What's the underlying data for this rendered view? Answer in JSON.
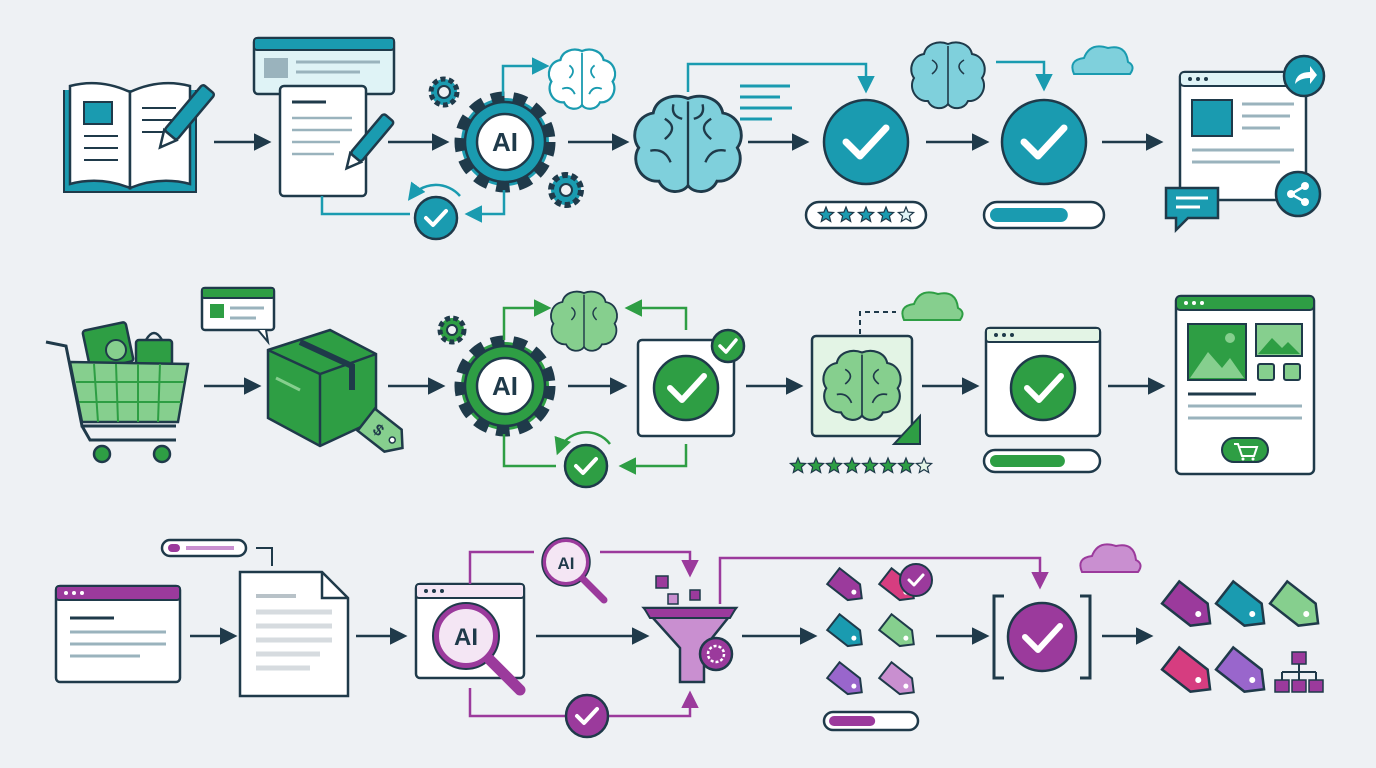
{
  "colors": {
    "background": "#eef1f4",
    "ink": "#1f3a4a",
    "teal": "#1a9bb0",
    "teal_light": "#7fd0dc",
    "teal_pale": "#dff3f6",
    "green": "#2e9e44",
    "green_light": "#86cf8e",
    "green_pale": "#e3f4e5",
    "purple": "#9b3a9c",
    "purple_light": "#c98fd0",
    "purple_pale": "#f4e6f4",
    "magenta": "#d63d80"
  },
  "labels": {
    "row1_ai_gear": "AI",
    "row2_ai_gear": "AI",
    "row3_ai_lens": "AI",
    "row3_ai_small_lens": "AI",
    "row2_price_tag": "$"
  },
  "icons": {
    "row1": [
      "book-pencil-icon",
      "document-pencil-icon",
      "ai-gear-icon",
      "brain-icon",
      "check-rating-icon",
      "check-progress-icon",
      "publish-share-icon"
    ],
    "row2": [
      "shopping-cart-icon",
      "package-tag-icon",
      "ai-gear-icon",
      "check-window-icon",
      "brain-window-icon",
      "check-progress-window-icon",
      "product-page-icon"
    ],
    "row3": [
      "web-page-icon",
      "document-icon",
      "ai-search-icon",
      "filter-funnel-icon",
      "tag-grid-icon",
      "check-bracket-icon",
      "organized-tags-icon"
    ]
  },
  "ratings": {
    "row1_stars_filled": 4,
    "row1_stars_total": 5,
    "row2_stars_filled": 7,
    "row2_stars_total": 8
  },
  "progress": {
    "row1": 0.72,
    "row2": 0.72,
    "row3": 0.55
  }
}
